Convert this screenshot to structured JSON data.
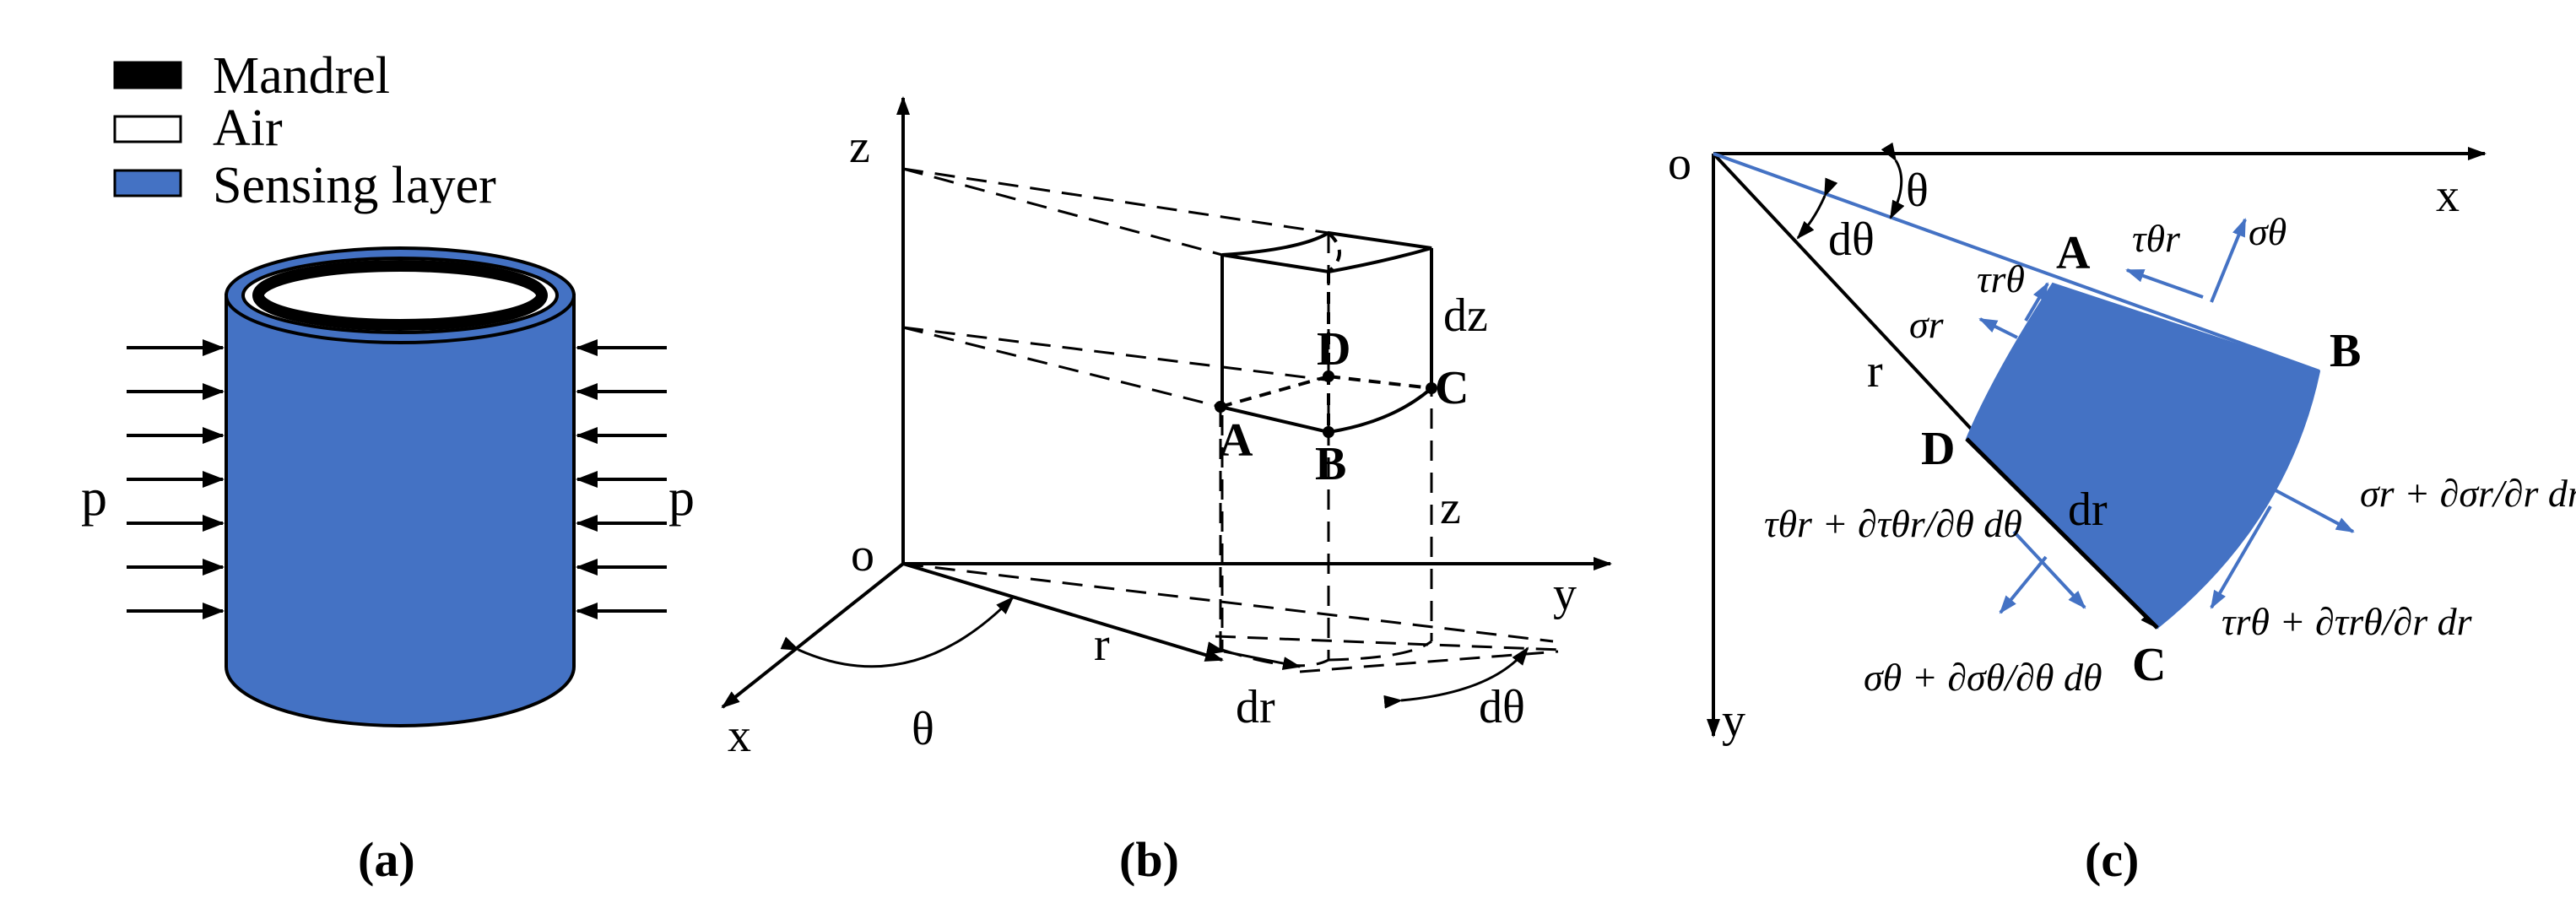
{
  "colors": {
    "sensing": "#4472c4",
    "stress_arrow": "#4472c4",
    "line": "#000000"
  },
  "legend": [
    {
      "label": "Mandrel",
      "swatch": "#000000"
    },
    {
      "label": "Air",
      "swatch": "#ffffff"
    },
    {
      "label": "Sensing layer",
      "swatch": "#4472c4"
    }
  ],
  "panel_a": {
    "pressure_left": "p",
    "pressure_right": "p",
    "caption": "(a)"
  },
  "panel_b": {
    "axis_z": "z",
    "axis_y": "y",
    "axis_x": "x",
    "origin": "o",
    "theta": "θ",
    "r": "r",
    "dr": "dr",
    "dtheta": "dθ",
    "dz": "dz",
    "z_proj": "z",
    "A": "A",
    "B": "B",
    "C": "C",
    "D": "D",
    "caption": "(b)"
  },
  "panel_c": {
    "origin": "o",
    "axis_x": "x",
    "axis_y": "y",
    "theta": "θ",
    "dtheta": "dθ",
    "r": "r",
    "dr": "dr",
    "A": "A",
    "B": "B",
    "C": "C",
    "D": "D",
    "sigma_theta": "σθ",
    "tau_theta_r": "τθr",
    "tau_r_theta": "τrθ",
    "sigma_r": "σr",
    "eq_sigma_r": "σr + ∂σr/∂r dr",
    "eq_tau_rtheta": "τrθ + ∂τrθ/∂r dr",
    "eq_sigma_theta": "σθ + ∂σθ/∂θ dθ",
    "eq_tau_thetar": "τθr + ∂τθr/∂θ dθ",
    "caption": "(c)"
  }
}
